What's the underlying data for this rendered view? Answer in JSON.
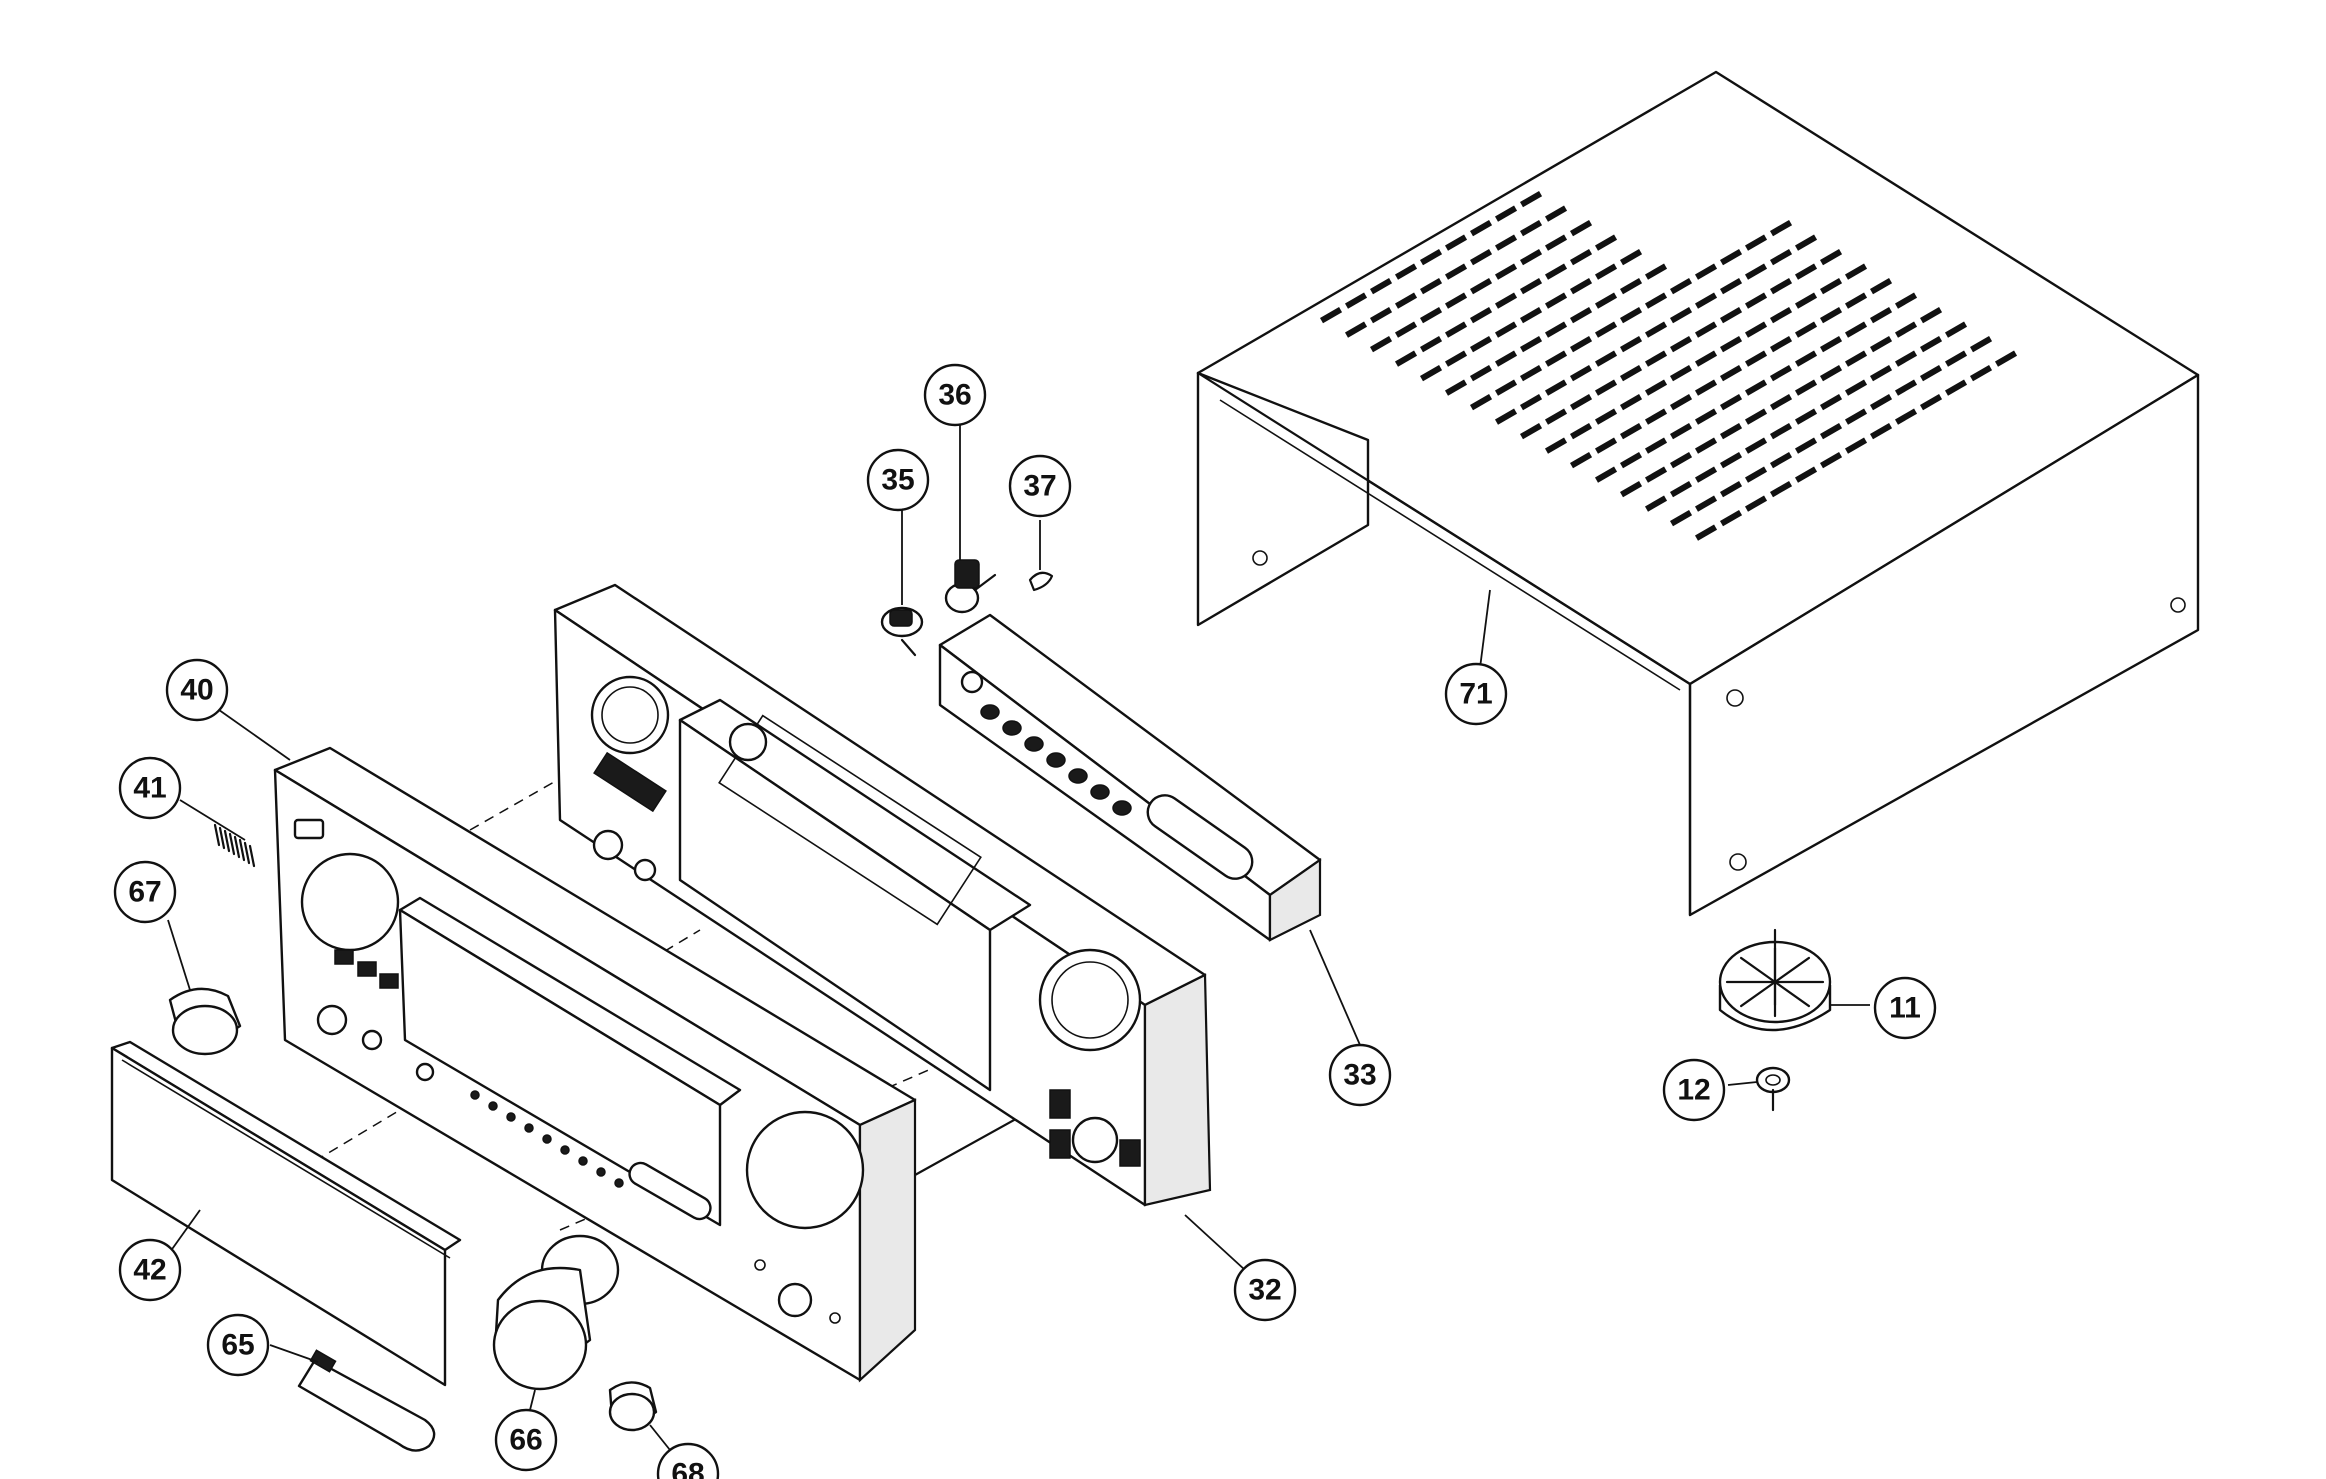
{
  "diagram": {
    "callouts": [
      {
        "id": "71",
        "label": "71"
      },
      {
        "id": "36",
        "label": "36"
      },
      {
        "id": "35",
        "label": "35"
      },
      {
        "id": "37",
        "label": "37"
      },
      {
        "id": "40",
        "label": "40"
      },
      {
        "id": "41",
        "label": "41"
      },
      {
        "id": "67",
        "label": "67"
      },
      {
        "id": "42",
        "label": "42"
      },
      {
        "id": "65",
        "label": "65"
      },
      {
        "id": "66",
        "label": "66"
      },
      {
        "id": "68",
        "label": "68"
      },
      {
        "id": "32",
        "label": "32"
      },
      {
        "id": "33",
        "label": "33"
      },
      {
        "id": "11",
        "label": "11"
      },
      {
        "id": "12",
        "label": "12"
      }
    ]
  }
}
